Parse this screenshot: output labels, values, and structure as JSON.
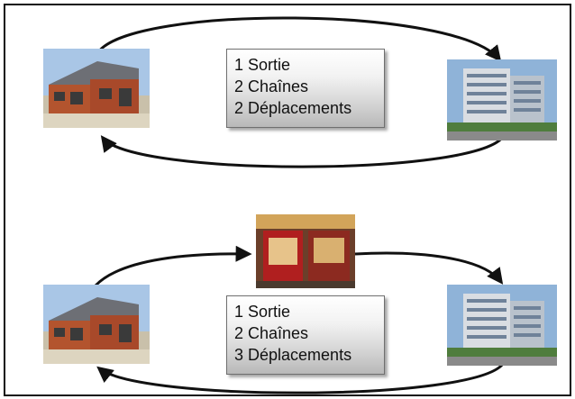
{
  "scenarios": [
    {
      "summary": [
        "1 Sortie",
        "2 Chaînes",
        "2 Déplacements"
      ],
      "stops": [
        "house-photo",
        "office-photo"
      ]
    },
    {
      "summary": [
        "1 Sortie",
        "2 Chaînes",
        "3 Déplacements"
      ],
      "stops": [
        "house-photo",
        "shop-photo",
        "office-photo"
      ]
    }
  ],
  "colors": {
    "arrow": "#111111",
    "frame": "#111111",
    "box_border": "#6f6f6f"
  }
}
